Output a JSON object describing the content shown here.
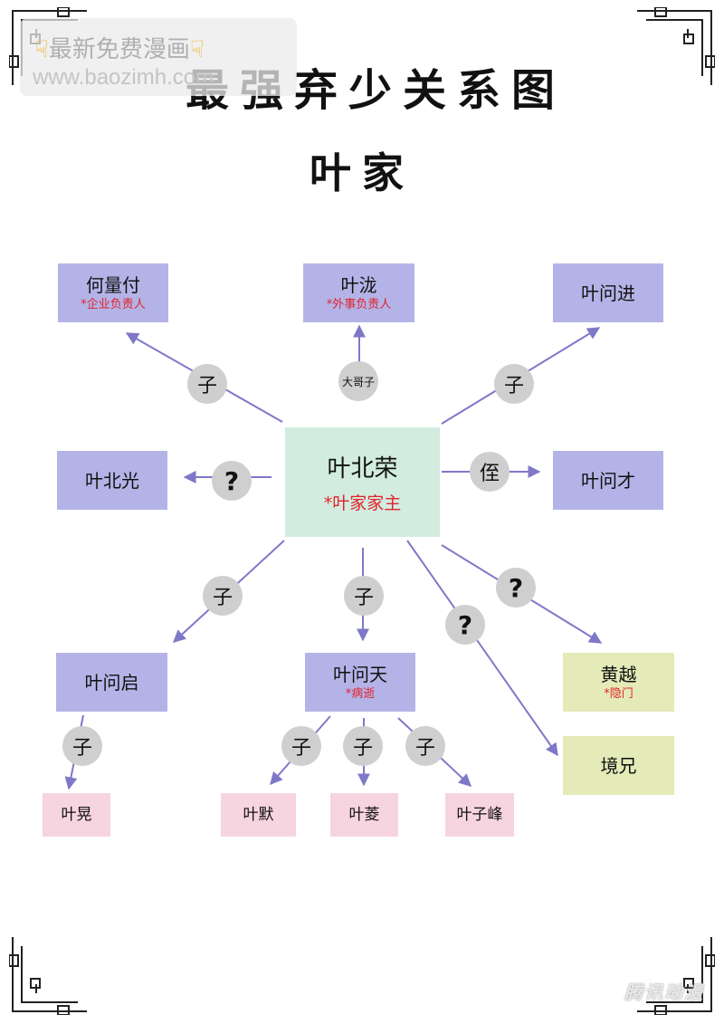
{
  "watermark": {
    "line1": "最新免费漫画",
    "line2": "www.baozimh.com"
  },
  "title": "最强弃少关系图",
  "subtitle": "叶家",
  "center": {
    "name": "叶北荣",
    "note": "*叶家家主"
  },
  "nodes": {
    "he_liangfu": {
      "name": "何量付",
      "note": "*企业负责人"
    },
    "ye_long": {
      "name": "叶泷",
      "note": "*外事负责人"
    },
    "ye_wenjin": {
      "name": "叶问进"
    },
    "ye_beiguang": {
      "name": "叶北光"
    },
    "ye_wencai": {
      "name": "叶问才"
    },
    "ye_wenqi": {
      "name": "叶问启"
    },
    "ye_wentian": {
      "name": "叶问天",
      "note": "*病逝"
    },
    "huang_yue": {
      "name": "黄越",
      "note": "*隐门"
    },
    "jing_xiong": {
      "name": "境兄"
    },
    "ye_huang": {
      "name": "叶晃"
    },
    "ye_mo": {
      "name": "叶默"
    },
    "ye_ling": {
      "name": "叶菱"
    },
    "ye_zifeng": {
      "name": "叶子峰"
    }
  },
  "relations": {
    "son": "子",
    "eldest_son": "大哥子",
    "nephew": "侄",
    "unknown": "?"
  },
  "brand": "腾讯动漫",
  "colors": {
    "purple": "#b4b3e7",
    "green": "#d2ece0",
    "yellow": "#e4eab8",
    "pink": "#f6d4e0",
    "arrow": "#7f78c8",
    "note": "#e0242b",
    "bubble": "#cfcfcf"
  }
}
